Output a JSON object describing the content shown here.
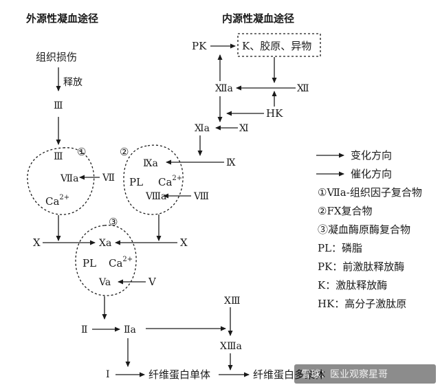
{
  "titles": {
    "extrinsic": "外源性凝血途径",
    "intrinsic": "内源性凝血途径"
  },
  "nodes": {
    "tissue_injury": "组织损伤",
    "release": "释放",
    "f3": "Ⅲ",
    "c1_f3": "Ⅲ",
    "f7a": "Ⅶa",
    "f7": "Ⅶ",
    "ca": "Ca",
    "ca_sup": "2+",
    "circle1": "①",
    "pk": "PK",
    "kbox": "K、胶原、异物",
    "f12a": "Ⅻa",
    "f12": "Ⅻ",
    "hk": "HK",
    "f11a": "Ⅺa",
    "f11": "Ⅺ",
    "circle2": "②",
    "f9a": "Ⅸa",
    "f9": "Ⅸ",
    "pl": "PL",
    "f8a": "Ⅷa",
    "f8": "Ⅷ",
    "x_left": "X",
    "x_right": "X",
    "circle3": "③",
    "xa": "Xa",
    "va": "Va",
    "v": "V",
    "f2": "Ⅱ",
    "f2a": "Ⅱa",
    "f13": "ⅩⅢ",
    "f13a": "ⅩⅢa",
    "f1": "Ⅰ",
    "fibrin_mono": "纤维蛋白单体",
    "fibrin_poly": "纤维蛋白多聚体"
  },
  "legend": {
    "change": "变化方向",
    "catalysis": "催化方向",
    "c1": "①Ⅶa-组织因子复合物",
    "c2": "②FⅩ复合物",
    "c3": "③凝血酶原酶复合物",
    "pl": "PL：磷脂",
    "pk": "PK：前激肽释放酶",
    "k": "K：激肽释放酶",
    "hk": "HK：高分子激肽原"
  },
  "watermark": "雪球：医业观察星哥"
}
